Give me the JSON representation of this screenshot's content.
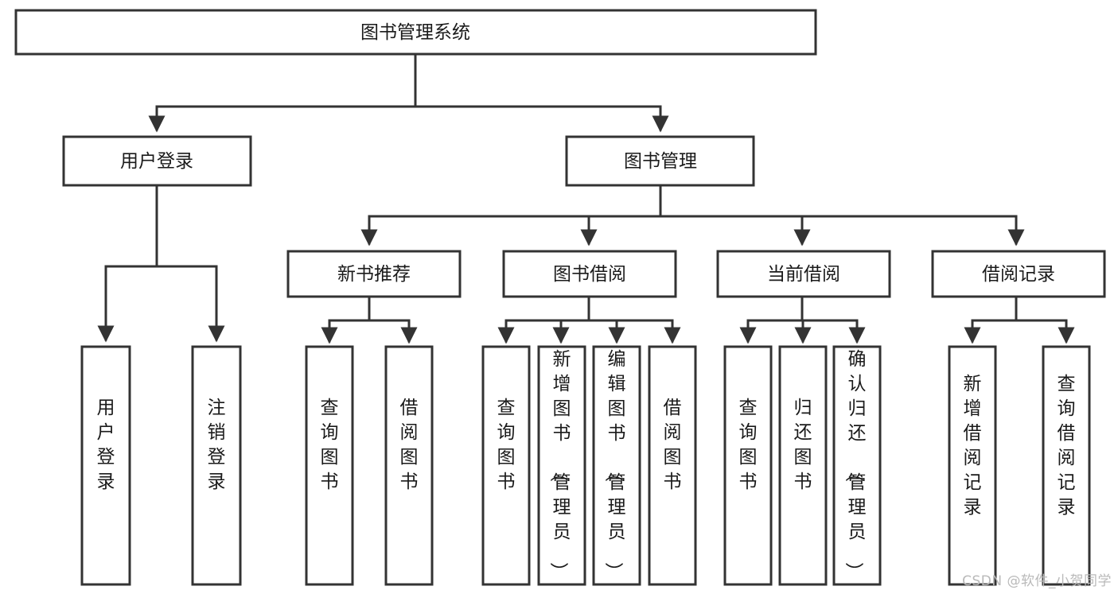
{
  "diagram": {
    "type": "tree-flowchart",
    "title": "图书管理系统",
    "watermark": "CSDN @软件_小贺同学",
    "colors": {
      "background": "#ffffff",
      "box_stroke": "#333333",
      "box_fill": "#ffffff",
      "text": "#1a1a1a",
      "watermark": "#b9b9b9"
    },
    "levels": {
      "level0": [
        {
          "id": "root",
          "label": "图书管理系统",
          "orientation": "horizontal"
        }
      ],
      "level1": [
        {
          "id": "login",
          "label": "用户登录",
          "orientation": "horizontal"
        },
        {
          "id": "bookmgmt",
          "label": "图书管理",
          "orientation": "horizontal"
        }
      ],
      "level2": [
        {
          "id": "newbook",
          "label": "新书推荐",
          "orientation": "horizontal"
        },
        {
          "id": "borrow",
          "label": "图书借阅",
          "orientation": "horizontal"
        },
        {
          "id": "current",
          "label": "当前借阅",
          "orientation": "horizontal"
        },
        {
          "id": "record",
          "label": "借阅记录",
          "orientation": "horizontal"
        }
      ],
      "level3": [
        {
          "id": "leaf-user-login",
          "label": "用户登录",
          "orientation": "vertical",
          "parent": "login"
        },
        {
          "id": "leaf-user-logout",
          "label": "注销登录",
          "orientation": "vertical",
          "parent": "login"
        },
        {
          "id": "leaf-query-book-1",
          "label": "查询图书",
          "orientation": "vertical",
          "parent": "newbook"
        },
        {
          "id": "leaf-borrow-book-1",
          "label": "借阅图书",
          "orientation": "vertical",
          "parent": "newbook"
        },
        {
          "id": "leaf-query-book-2",
          "label": "查询图书",
          "orientation": "vertical",
          "parent": "borrow"
        },
        {
          "id": "leaf-add-book",
          "label": "新增图书（管理员）",
          "orientation": "vertical",
          "parent": "borrow"
        },
        {
          "id": "leaf-edit-book",
          "label": "编辑图书（管理员）",
          "orientation": "vertical",
          "parent": "borrow"
        },
        {
          "id": "leaf-borrow-book-2",
          "label": "借阅图书",
          "orientation": "vertical",
          "parent": "borrow"
        },
        {
          "id": "leaf-query-book-3",
          "label": "查询图书",
          "orientation": "vertical",
          "parent": "current"
        },
        {
          "id": "leaf-return-book",
          "label": "归还图书",
          "orientation": "vertical",
          "parent": "current"
        },
        {
          "id": "leaf-confirm-return",
          "label": "确认归还（管理员）",
          "orientation": "vertical",
          "parent": "current"
        },
        {
          "id": "leaf-add-record",
          "label": "新增借阅记录",
          "orientation": "vertical",
          "parent": "record"
        },
        {
          "id": "leaf-query-record",
          "label": "查询借阅记录",
          "orientation": "vertical",
          "parent": "record"
        }
      ]
    }
  }
}
